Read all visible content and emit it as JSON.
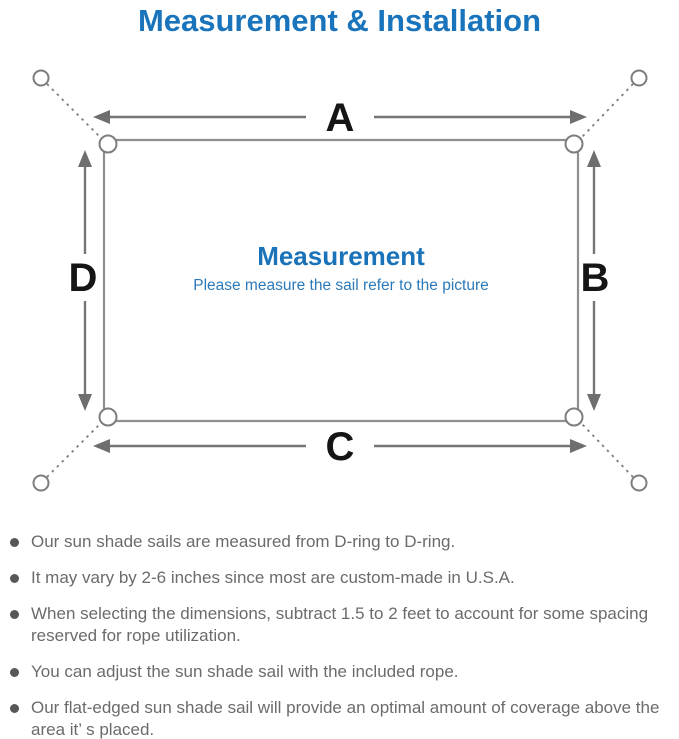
{
  "title": "Measurement & Installation",
  "diagram": {
    "labels": {
      "top": "A",
      "right": "B",
      "bottom": "C",
      "left": "D"
    },
    "center_title": "Measurement",
    "center_subtitle": "Please measure the sail refer to the picture"
  },
  "bullets": [
    "Our sun shade sails are measured from D-ring to D-ring.",
    "It may vary by 2-6 inches since most are custom-made in U.S.A.",
    "When selecting the dimensions, subtract 1.5 to 2 feet to account for some spacing reserved for rope utilization.",
    "You can adjust the sun shade sail with the included rope.",
    "Our flat-edged sun shade sail will provide an optimal amount of coverage above the area it’ s placed."
  ],
  "colors": {
    "accent_blue": "#1a74bc",
    "subtitle_blue": "#2b79b8",
    "line_gray": "#7d7d7d",
    "text_gray": "#6b6b6b"
  }
}
